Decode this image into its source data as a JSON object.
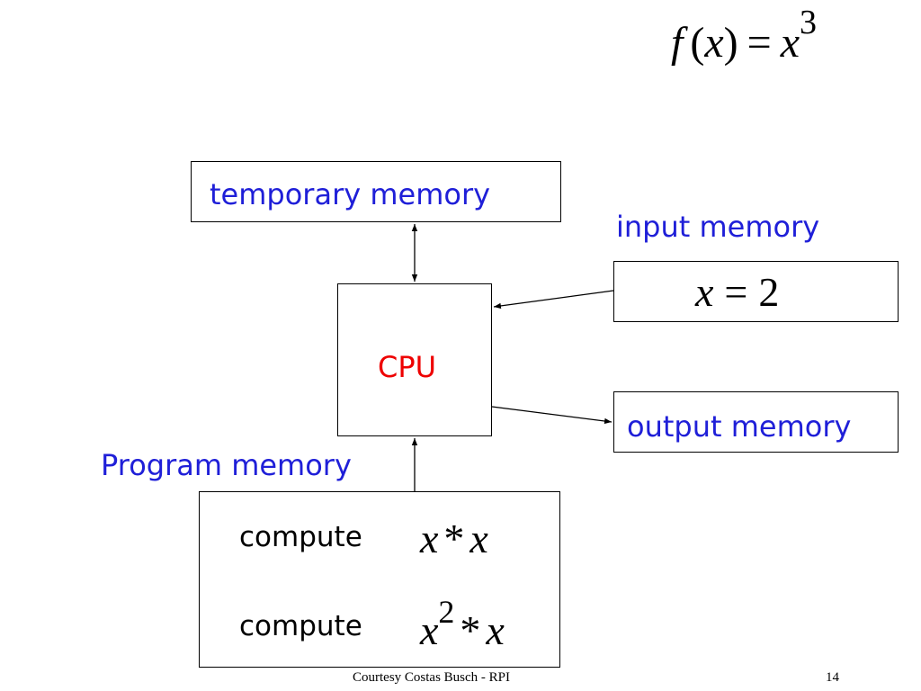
{
  "formula": {
    "fname": "f",
    "lparen": "(",
    "var": "x",
    "rparen": ")",
    "equals": "=",
    "base": "x",
    "exponent": "3"
  },
  "temporary_memory": {
    "label": "temporary memory"
  },
  "input_memory": {
    "label": "input memory",
    "var": "x",
    "equals": "=",
    "value": "2"
  },
  "cpu": {
    "label": "CPU"
  },
  "output_memory": {
    "label": "output memory"
  },
  "program_memory": {
    "label": "Program memory",
    "instructions": [
      {
        "keyword": "compute",
        "left": "x",
        "op": "*",
        "right": "x"
      },
      {
        "keyword": "compute",
        "left": "x",
        "exponent": "2",
        "op": "*",
        "right": "x"
      }
    ]
  },
  "footer": {
    "credit": "Courtesy Costas Busch  - RPI",
    "page_number": "14"
  },
  "colors": {
    "label_blue": "#1f1fd8",
    "cpu_red": "#ee0000",
    "line": "#000000"
  }
}
